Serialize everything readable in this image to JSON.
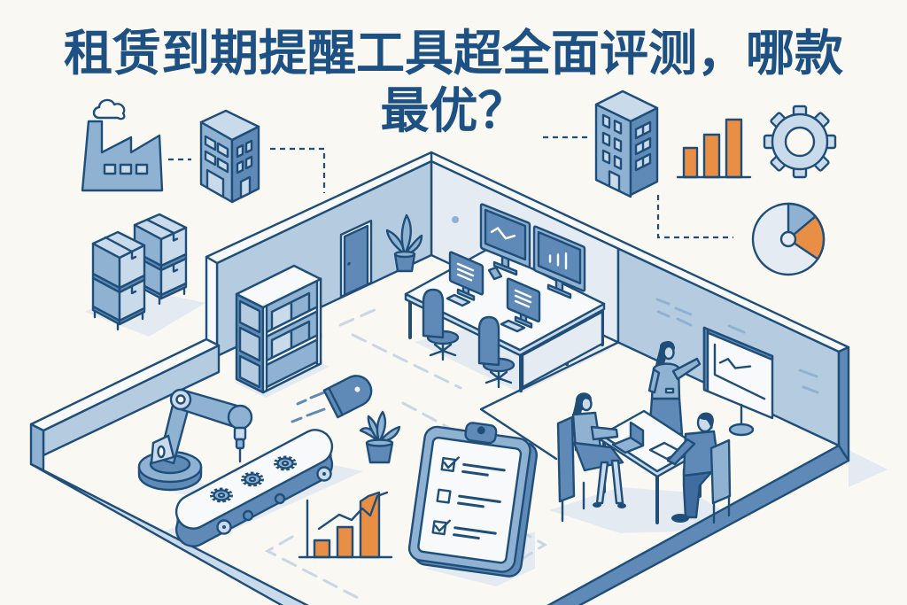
{
  "title": {
    "line1": "租赁到期提醒工具超全面评测，哪款",
    "line2": "最优？"
  },
  "colors": {
    "background": "#faf8f3",
    "title": "#1e5183",
    "stroke": "#1f4e79",
    "light": "#c9dbeb",
    "mid": "#8fb1d2",
    "dark": "#5f8ab7",
    "deep": "#3f6d9f",
    "wall": "#b5cbe0",
    "wall_light": "#e4ebf2",
    "orange": "#e98f45",
    "white": "#f7f9fb",
    "floor_mark": "#c8d6e5",
    "shadow": "#e4eaf1"
  },
  "illustration": {
    "style": "isometric office line illustration",
    "top_left_icons": [
      "factory-icon",
      "office-building-icon",
      "storage-boxes-icon"
    ],
    "top_right_icons": [
      "office-building-icon",
      "bar-chart-icon",
      "gear-icon",
      "pie-chart-icon"
    ],
    "room_zones": [
      "storage-shelf",
      "workstation-desk",
      "meeting-area",
      "production-line"
    ],
    "floor_icons": [
      "robot-arm-icon",
      "conveyor-belt-icon",
      "scanner-icon",
      "plant-icon",
      "growth-chart-icon",
      "clipboard-checklist-icon"
    ],
    "people": [
      "presenter",
      "seated-woman",
      "seated-man"
    ],
    "monitors": [
      "line-chart-monitor",
      "bar-chart-monitor",
      "document-monitor",
      "document-monitor"
    ],
    "clipboard_items": [
      {
        "checked": true
      },
      {
        "checked": false
      },
      {
        "checked": true
      }
    ],
    "pie_chart_slices": [
      {
        "color": "mid",
        "share": 0.14
      },
      {
        "color": "orange",
        "share": 0.2
      },
      {
        "color": "light",
        "share": 0.66
      }
    ],
    "bar_chart_icon_bars": [
      33,
      48,
      65
    ],
    "growth_chart_icon_bars": [
      19,
      34,
      67
    ]
  }
}
